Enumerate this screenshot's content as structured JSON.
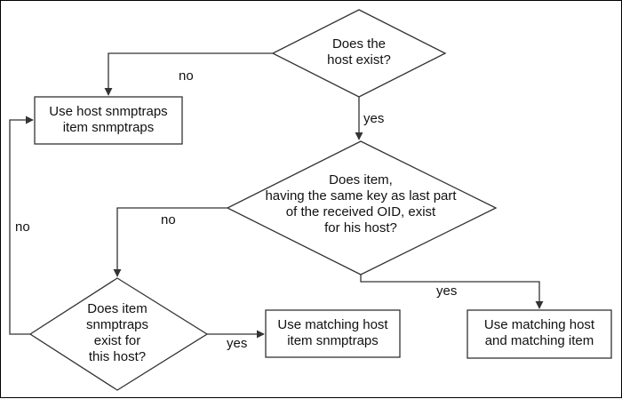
{
  "nodes": {
    "host_exists": {
      "lines": [
        "Does the",
        "host exist?"
      ]
    },
    "use_host_snmptraps": {
      "lines": [
        "Use host snmptraps",
        "item snmptraps"
      ]
    },
    "item_key_match": {
      "lines": [
        "Does item,",
        "having the same key as last part",
        "of the received OID, exist",
        "for his host?"
      ]
    },
    "item_snmptraps_exists": {
      "lines": [
        "Does item",
        "snmptraps",
        "exist for",
        "this host?"
      ]
    },
    "use_matching_host_snmptraps": {
      "lines": [
        "Use matching host",
        "item snmptraps"
      ]
    },
    "use_matching_host_item": {
      "lines": [
        "Use matching host",
        "and matching item"
      ]
    }
  },
  "edges": {
    "host_exists_no": "no",
    "host_exists_yes": "yes",
    "item_key_match_no": "no",
    "item_key_match_yes": "yes",
    "item_snmptraps_no": "no",
    "item_snmptraps_yes": "yes"
  },
  "colors": {
    "stroke": "#333333",
    "text": "#111111",
    "background": "#ffffff"
  }
}
